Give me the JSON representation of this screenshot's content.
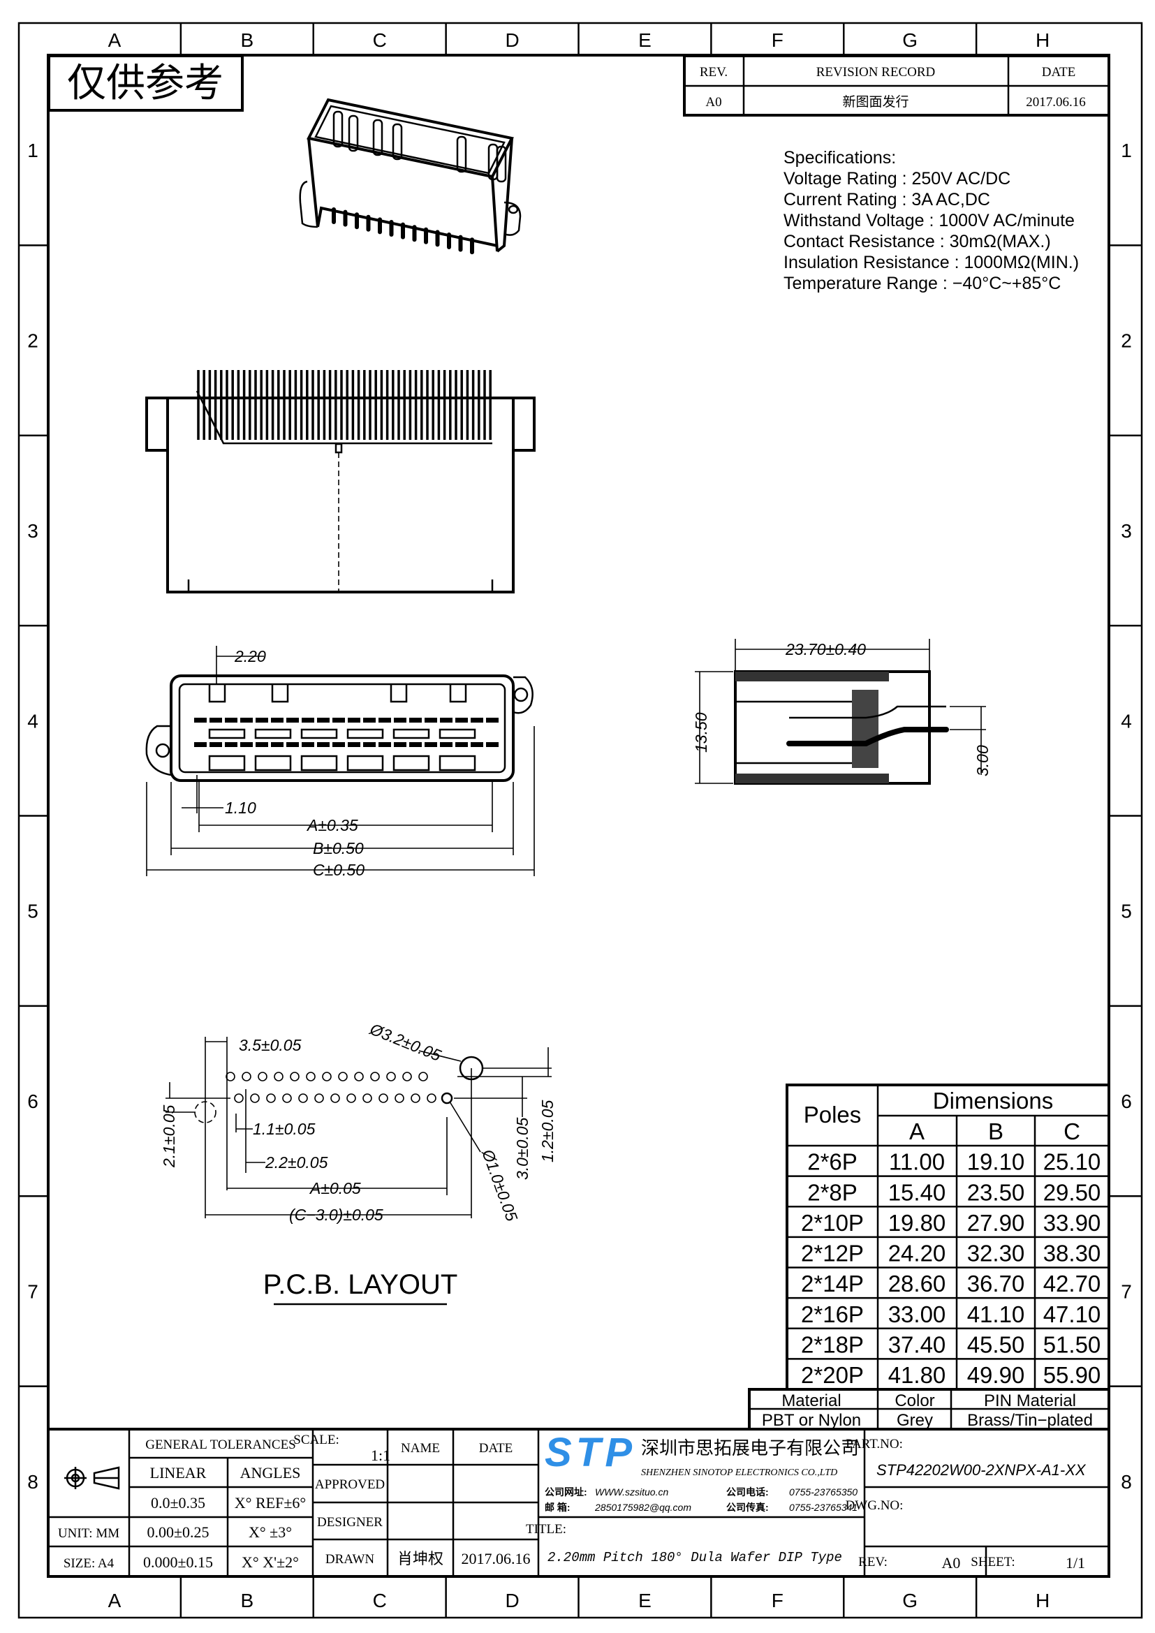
{
  "frame": {
    "columns": [
      "A",
      "B",
      "C",
      "D",
      "E",
      "F",
      "G",
      "H"
    ],
    "rows": [
      "1",
      "2",
      "3",
      "4",
      "5",
      "6",
      "7",
      "8"
    ]
  },
  "reference_label": "仅供参考",
  "revision": {
    "headers": {
      "rev": "REV.",
      "record": "REVISION RECORD",
      "date": "DATE"
    },
    "rows": [
      {
        "rev": "A0",
        "record": "新图面发行",
        "date": "2017.06.16"
      }
    ]
  },
  "specs": {
    "title": "Specifications:",
    "lines": [
      "Voltage  Rating  :  250V  AC/DC",
      "Current  Rating  :  3A  AC,DC",
      "Withstand  Voltage  :  1000V  AC/minute",
      "Contact  Resistance  :  30mΩ(MAX.)",
      "Insulation  Resistance  :  1000MΩ(MIN.)",
      "Temperature  Range  :  −40°C~+85°C"
    ]
  },
  "front_view": {
    "dims": {
      "pitch": "2.20",
      "offset": "1.10",
      "a": "A±0.35",
      "b": "B±0.50",
      "c": "C±0.50"
    }
  },
  "side_view": {
    "dims": {
      "length": "23.70±0.40",
      "height": "13.50",
      "row_spacing": "3.00"
    }
  },
  "pcb_layout": {
    "title": "P.C.B.  LAYOUT",
    "dims": {
      "edge": "3.5±0.05",
      "mount_hole": "Ø3.2±0.05",
      "row_offset": "1.1±0.05",
      "pitch": "2.2±0.05",
      "a": "A±0.05",
      "c": "(C−3.0)±0.05",
      "left_offset": "2.1±0.05",
      "row_spacing": "3.0±0.05",
      "hole_offset": "1.2±0.05",
      "pin_hole": "Ø1.0±0.05"
    }
  },
  "dimension_table": {
    "poles_header": "Poles",
    "dimensions_header": "Dimensions",
    "columns": [
      "A",
      "B",
      "C"
    ],
    "rows": [
      {
        "poles": "2*6P",
        "a": "11.00",
        "b": "19.10",
        "c": "25.10"
      },
      {
        "poles": "2*8P",
        "a": "15.40",
        "b": "23.50",
        "c": "29.50"
      },
      {
        "poles": "2*10P",
        "a": "19.80",
        "b": "27.90",
        "c": "33.90"
      },
      {
        "poles": "2*12P",
        "a": "24.20",
        "b": "32.30",
        "c": "38.30"
      },
      {
        "poles": "2*14P",
        "a": "28.60",
        "b": "36.70",
        "c": "42.70"
      },
      {
        "poles": "2*16P",
        "a": "33.00",
        "b": "41.10",
        "c": "47.10"
      },
      {
        "poles": "2*18P",
        "a": "37.40",
        "b": "45.50",
        "c": "51.50"
      },
      {
        "poles": "2*20P",
        "a": "41.80",
        "b": "49.90",
        "c": "55.90"
      }
    ]
  },
  "material_table": {
    "headers": [
      "Material",
      "Color",
      "PIN  Material"
    ],
    "values": [
      "PBT  or  Nylon",
      "Grey",
      "Brass/Tin−plated"
    ]
  },
  "title_block": {
    "general_tolerances": "GENERAL  TOLERANCES",
    "linear": "LINEAR",
    "angles": "ANGLES",
    "tolerances": [
      {
        "linear": "0.0±0.35",
        "angle": "X°  REF±6°"
      },
      {
        "linear": "0.00±0.25",
        "angle": "X°  ±3°"
      },
      {
        "linear": "0.000±0.15",
        "angle": "X°  X'±2°"
      }
    ],
    "unit": "UNIT:  MM",
    "size": "SIZE:  A4",
    "scale_label": "SCALE:",
    "scale": "1:1",
    "name_header": "NAME",
    "date_header": "DATE",
    "approved": "APPROVED",
    "designer": "DESIGNER",
    "drawn": "DRAWN",
    "drawn_name": "肖坤权",
    "drawn_date": "2017.06.16",
    "company": {
      "logo": "STP",
      "name_cn": "深圳市思拓展电子有限公司",
      "name_en": "SHENZHEN  SINOTOP  ELECTRONICS  CO.,LTD",
      "website_label": "公司网址:",
      "website": "WWW.szsituo.cn",
      "phone_label": "公司电话:",
      "phone": "0755-23765350",
      "email_label": "邮    箱:",
      "email": "2850175982@qq.com",
      "fax_label": "公司传真:",
      "fax": "0755-23765341",
      "brand_color": "#2f8fe6"
    },
    "title_label": "TITLE:",
    "title": "2.20mm  Pitch  180°  Dula  Wafer  DIP  Type",
    "part_no_label": "PART.NO:",
    "part_no": "STP42202W00-2XNPX-A1-XX",
    "dwg_no_label": "DWG.NO:",
    "rev_label": "REV:",
    "rev": "A0",
    "sheet_label": "SHEET:",
    "sheet": "1/1"
  }
}
